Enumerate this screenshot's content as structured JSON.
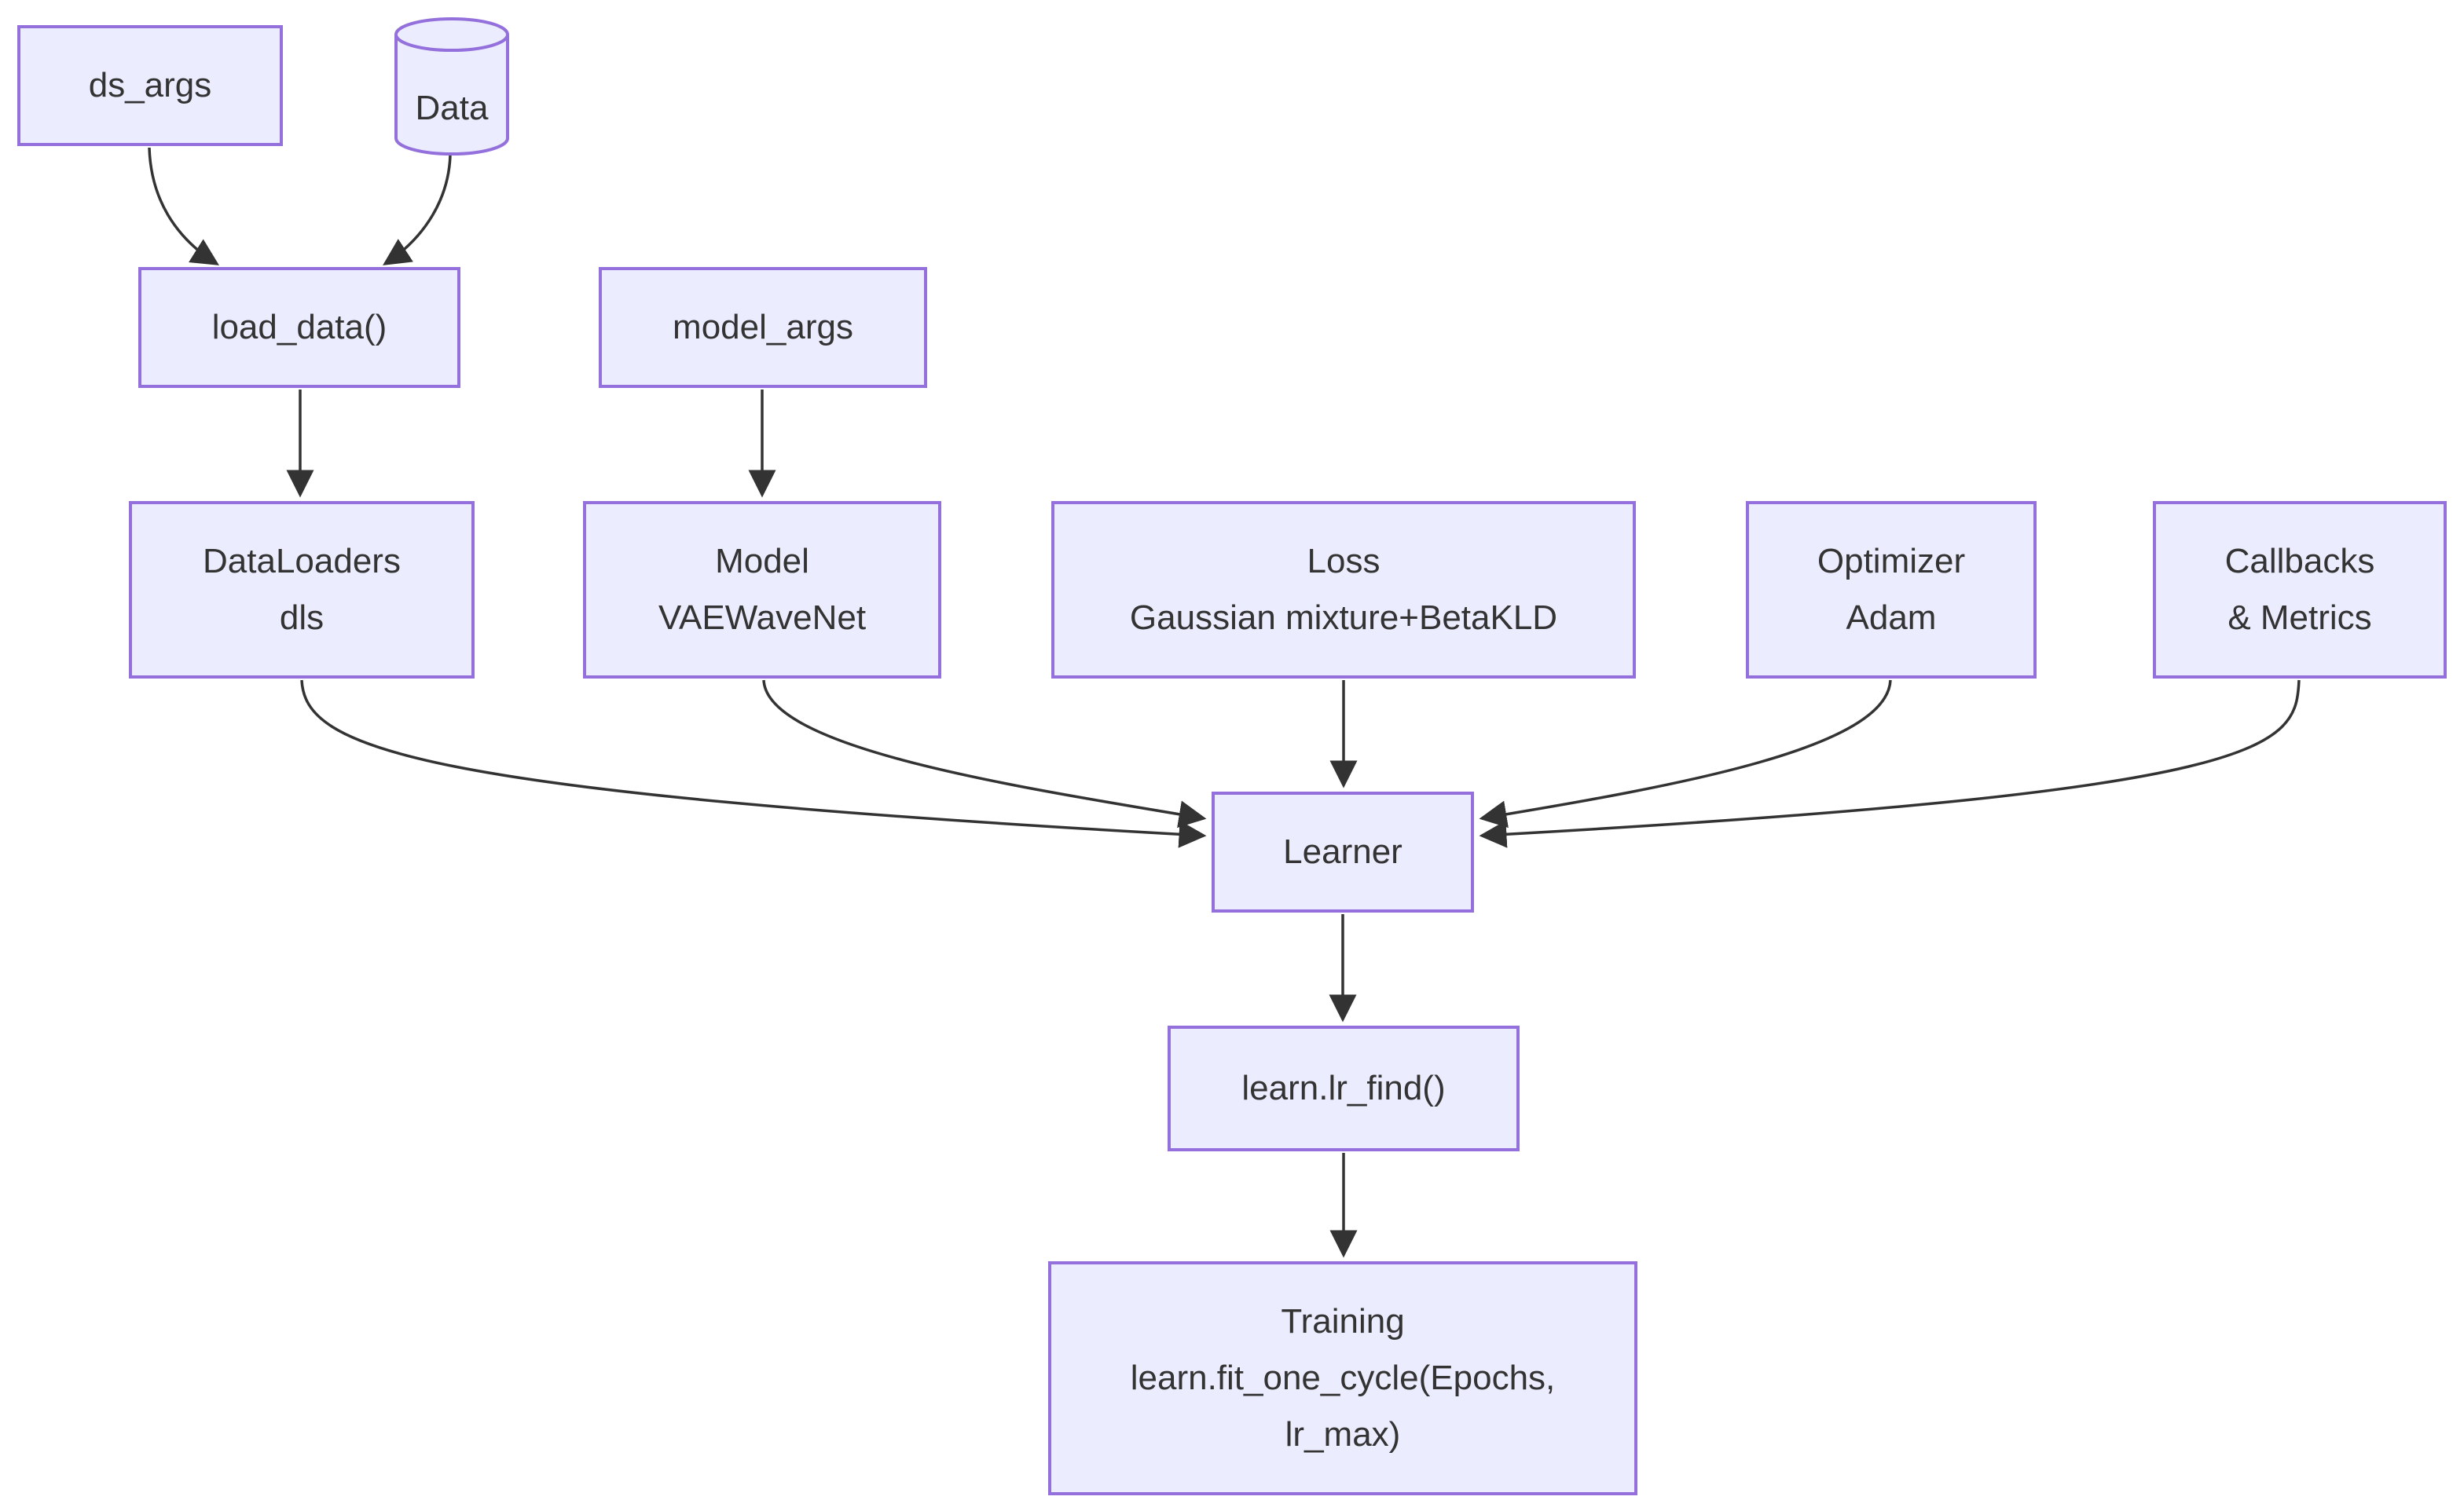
{
  "diagram": {
    "type": "flowchart",
    "direction": "top-down",
    "colors": {
      "node_fill": "#ECECFF",
      "node_border": "#9370DB",
      "edge": "#333333",
      "text": "#333333",
      "background": "#FFFFFF"
    },
    "nodes": {
      "ds_args": {
        "shape": "rect",
        "lines": [
          "ds_args"
        ]
      },
      "data": {
        "shape": "cylinder",
        "lines": [
          "Data"
        ]
      },
      "load_data": {
        "shape": "rect",
        "lines": [
          "load_data()"
        ]
      },
      "model_args": {
        "shape": "rect",
        "lines": [
          "model_args"
        ]
      },
      "dataloaders": {
        "shape": "rect",
        "lines": [
          "DataLoaders",
          "dls"
        ]
      },
      "model": {
        "shape": "rect",
        "lines": [
          "Model",
          "VAEWaveNet"
        ]
      },
      "loss": {
        "shape": "rect",
        "lines": [
          "Loss",
          "Gaussian mixture+BetaKLD"
        ]
      },
      "optimizer": {
        "shape": "rect",
        "lines": [
          "Optimizer",
          "Adam"
        ]
      },
      "callbacks": {
        "shape": "rect",
        "lines": [
          "Callbacks",
          "& Metrics"
        ]
      },
      "learner": {
        "shape": "rect",
        "lines": [
          "Learner"
        ]
      },
      "lr_find": {
        "shape": "rect",
        "lines": [
          "learn.lr_find()"
        ]
      },
      "training": {
        "shape": "rect",
        "lines": [
          "Training",
          "learn.fit_one_cycle(Epochs,",
          "lr_max)"
        ]
      }
    },
    "edges": [
      {
        "from": "ds_args",
        "to": "load_data"
      },
      {
        "from": "data",
        "to": "load_data"
      },
      {
        "from": "load_data",
        "to": "dataloaders"
      },
      {
        "from": "model_args",
        "to": "model"
      },
      {
        "from": "dataloaders",
        "to": "learner"
      },
      {
        "from": "model",
        "to": "learner"
      },
      {
        "from": "loss",
        "to": "learner"
      },
      {
        "from": "optimizer",
        "to": "learner"
      },
      {
        "from": "callbacks",
        "to": "learner"
      },
      {
        "from": "learner",
        "to": "lr_find"
      },
      {
        "from": "lr_find",
        "to": "training"
      }
    ]
  }
}
